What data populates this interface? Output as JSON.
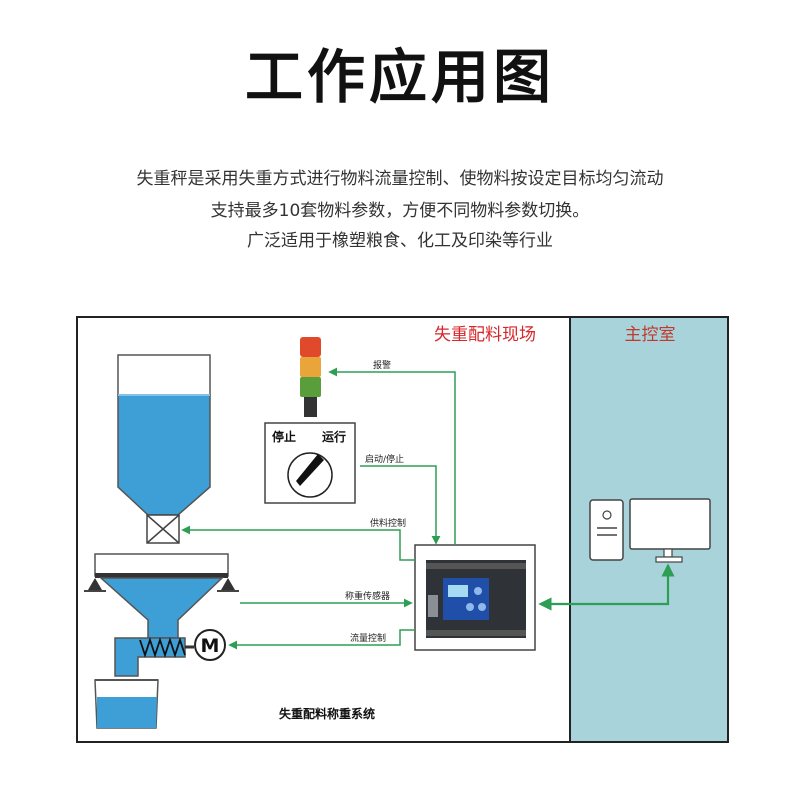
{
  "header": {
    "title": "工作应用图",
    "desc_line1": "失重秤是采用失重方式进行物料流量控制、使物料按设定目标均匀流动",
    "desc_line2": "支持最多10套物料参数，方便不同物料参数切换。",
    "desc_line3": "广泛适用于橡塑粮食、化工及印染等行业"
  },
  "diagram": {
    "site_label": "失重配料现场",
    "control_room_label": "主控室",
    "switch_stop": "停止",
    "switch_run": "运行",
    "signal_alarm": "报警",
    "signal_start_stop": "启动/停止",
    "signal_feed_control": "供料控制",
    "signal_weigh_sensor": "称重传感器",
    "signal_flow_control": "流量控制",
    "motor_letter": "M",
    "system_caption": "失重配料称重系统"
  },
  "colors": {
    "site_label": "#d9262b",
    "control_room_label": "#c0392b",
    "control_room_bg": "#a9d3da",
    "signal_line": "#2e9e55",
    "liquid": "#3e9fd6",
    "light_red": "#e04a2a",
    "light_yellow": "#e9a53a",
    "light_green": "#5a9e3c"
  }
}
